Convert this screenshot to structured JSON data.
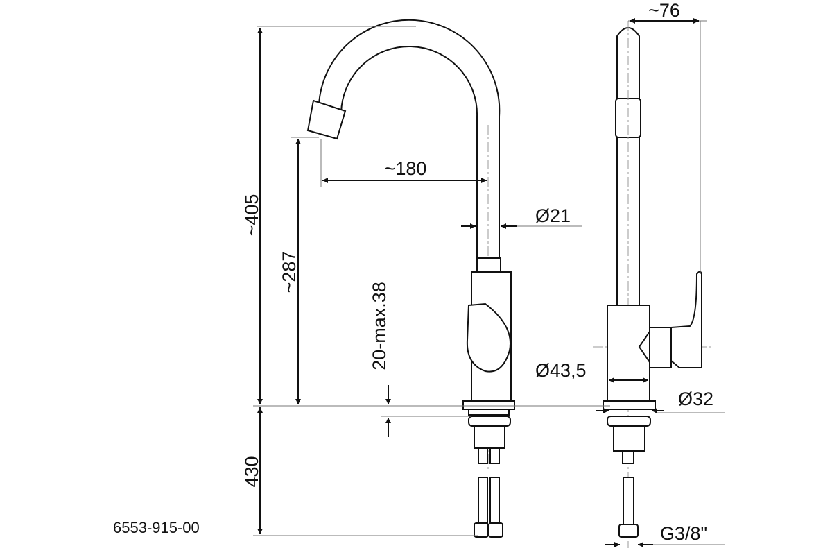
{
  "drawing": {
    "part_number": "6553-915-00",
    "dimensions": {
      "total_height": "~405",
      "spout_height": "~287",
      "countertop_thickness": "20-max.38",
      "hose_length": "430",
      "spout_reach": "~180",
      "tube_diameter": "Ø21",
      "side_depth": "~76",
      "body_diameter": "Ø43,5",
      "mount_hole_diameter": "Ø32",
      "connection_thread": "G3/8\""
    }
  }
}
